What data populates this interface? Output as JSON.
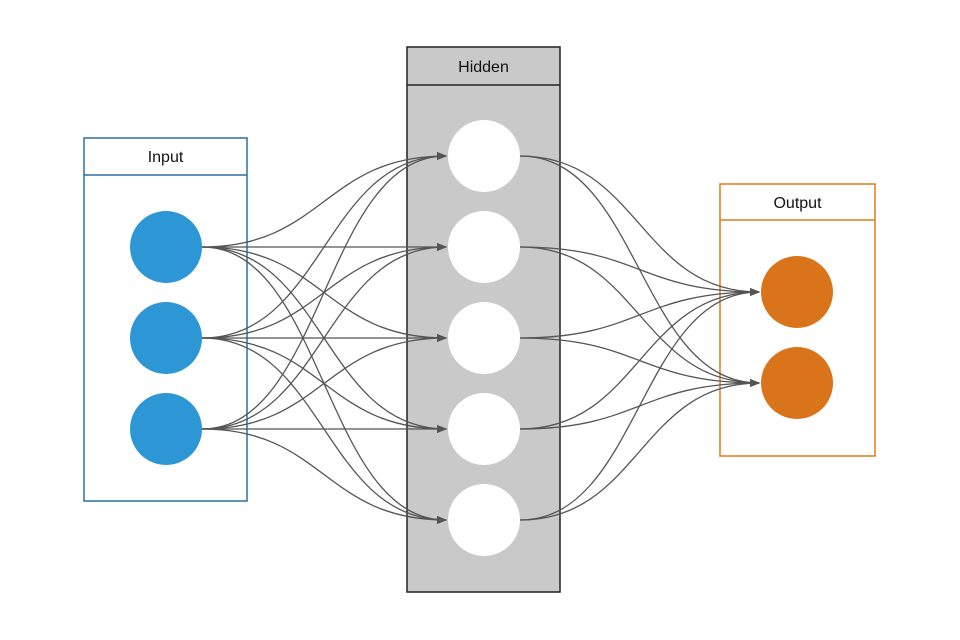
{
  "diagram": {
    "connection_color": "#555555",
    "layers": [
      {
        "key": "input",
        "title": "Input",
        "node_count": 3,
        "border_color": "#2b6ea6",
        "panel_fill": "#ffffff",
        "node_color": "#2d96d4"
      },
      {
        "key": "hidden",
        "title": "Hidden",
        "node_count": 5,
        "border_color": "#222222",
        "panel_fill": "#c9c9c9",
        "node_color": "#ffffff"
      },
      {
        "key": "output",
        "title": "Output",
        "node_count": 2,
        "border_color": "#e07b1a",
        "panel_fill": "#ffffff",
        "node_color": "#d9741a"
      }
    ]
  }
}
